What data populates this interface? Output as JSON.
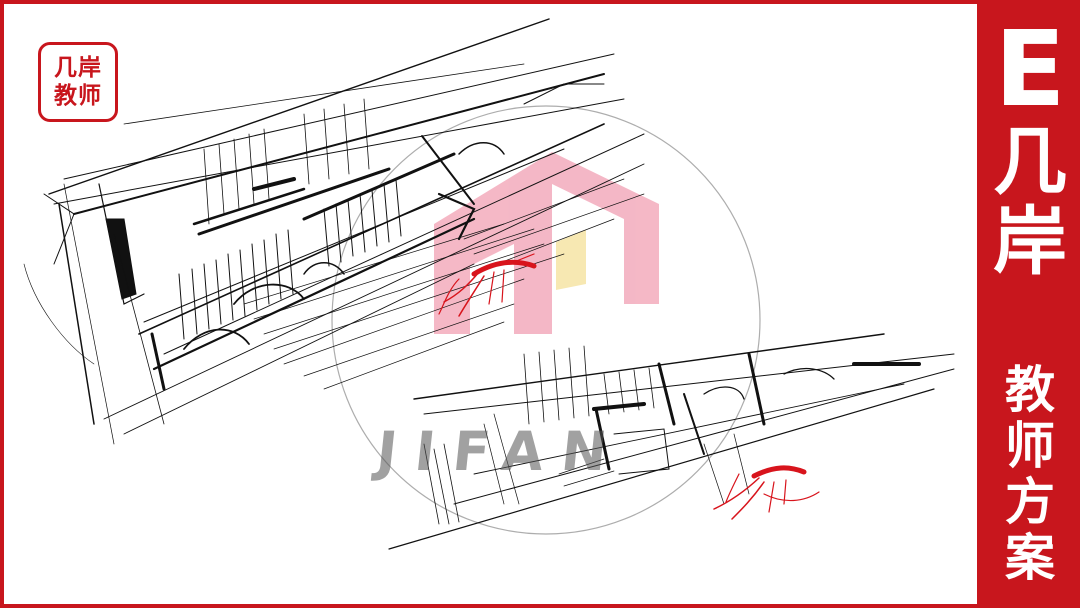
{
  "stamp": {
    "line1": "几岸",
    "line2": "教师"
  },
  "watermark": {
    "text": "JIFAN"
  },
  "sidebar": {
    "letter": "E",
    "brand_chars": [
      "几",
      "岸"
    ],
    "motto_chars": [
      "教",
      "师",
      "方",
      "案"
    ]
  },
  "colors": {
    "brand_red": "#c8161d",
    "watermark_pink": "#f2a6b8",
    "watermark_yellow": "#f6e3a0",
    "ink": "#111111",
    "accent_red": "#d8141c"
  },
  "icons": [
    "shrimp-icon",
    "shrimp-icon"
  ]
}
